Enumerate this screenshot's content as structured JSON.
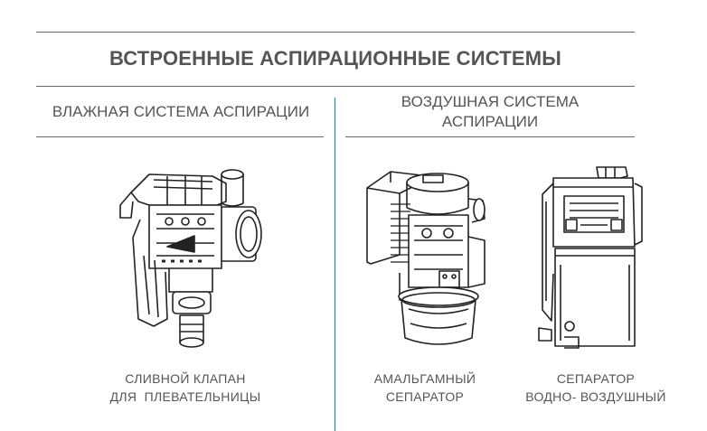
{
  "header": {
    "title": "ВСТРОЕННЫЕ АСПИРАЦИОННЫЕ СИСТЕМЫ"
  },
  "left_section": {
    "title": "ВЛАЖНАЯ СИСТЕМА АСПИРАЦИИ",
    "items": [
      {
        "caption_line1": "СЛИВНОЙ КЛАПАН",
        "caption_line2": "ДЛЯ  ПЛЕВАТЕЛЬНИЦЫ",
        "icon": "drain-valve-illustration"
      }
    ]
  },
  "right_section": {
    "title_line1": "ВОЗДУШНАЯ СИСТЕМА",
    "title_line2": "АСПИРАЦИИ",
    "items": [
      {
        "caption_line1": "АМАЛЬГАМНЫЙ",
        "caption_line2": "СЕПАРАТОР",
        "icon": "amalgam-separator-illustration"
      },
      {
        "caption_line1": "СЕПАРАТОР",
        "caption_line2": "ВОДНО- ВОЗДУШНЫЙ",
        "icon": "water-air-separator-illustration"
      }
    ]
  },
  "colors": {
    "accent_rule": "#2f7f86",
    "text": "#555555",
    "line_art": "#222222"
  }
}
